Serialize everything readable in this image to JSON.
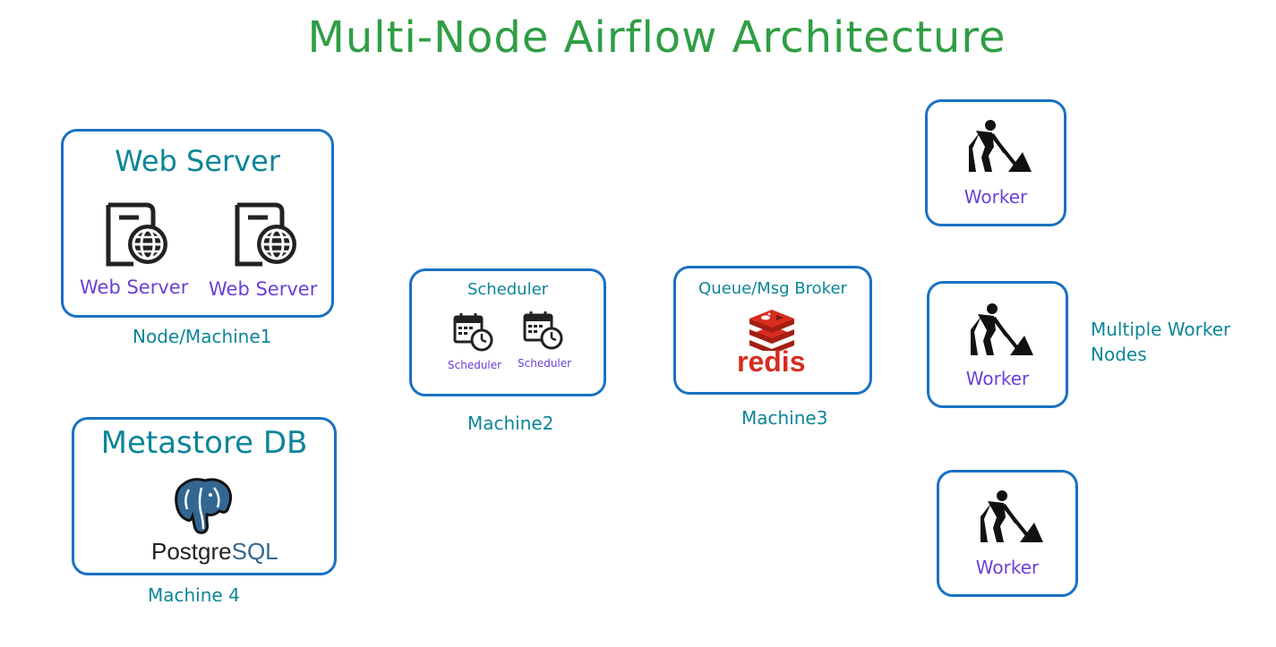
{
  "title": "Multi-Node Airflow Architecture",
  "colors": {
    "title": "#2f9e44",
    "box_border": "#1971c2",
    "teal_text": "#0c8599",
    "violet_text": "#6741d9",
    "redis_red": "#d82c20",
    "postgres_blue": "#336791"
  },
  "web_server_box": {
    "heading": "Web Server",
    "items": [
      {
        "label": "Web Server",
        "icon": "web-server-icon"
      },
      {
        "label": "Web Server",
        "icon": "web-server-icon"
      }
    ],
    "caption": "Node/Machine1"
  },
  "metastore_box": {
    "heading": "Metastore DB",
    "logo_text_a": "Postgre",
    "logo_text_b": "SQL",
    "icon": "postgresql-elephant-icon",
    "caption": "Machine 4"
  },
  "scheduler_box": {
    "heading": "Scheduler",
    "items": [
      {
        "label": "Scheduler",
        "icon": "calendar-clock-icon"
      },
      {
        "label": "Scheduler",
        "icon": "calendar-clock-icon"
      }
    ],
    "caption": "Machine2"
  },
  "broker_box": {
    "heading": "Queue/Msg Broker",
    "logo_text": "redis",
    "icon": "redis-logo-icon",
    "caption": "Machine3"
  },
  "workers": [
    {
      "label": "Worker",
      "icon": "worker-digging-icon"
    },
    {
      "label": "Worker",
      "icon": "worker-digging-icon"
    },
    {
      "label": "Worker",
      "icon": "worker-digging-icon"
    }
  ],
  "workers_note": [
    "Multiple Worker",
    "Nodes"
  ]
}
